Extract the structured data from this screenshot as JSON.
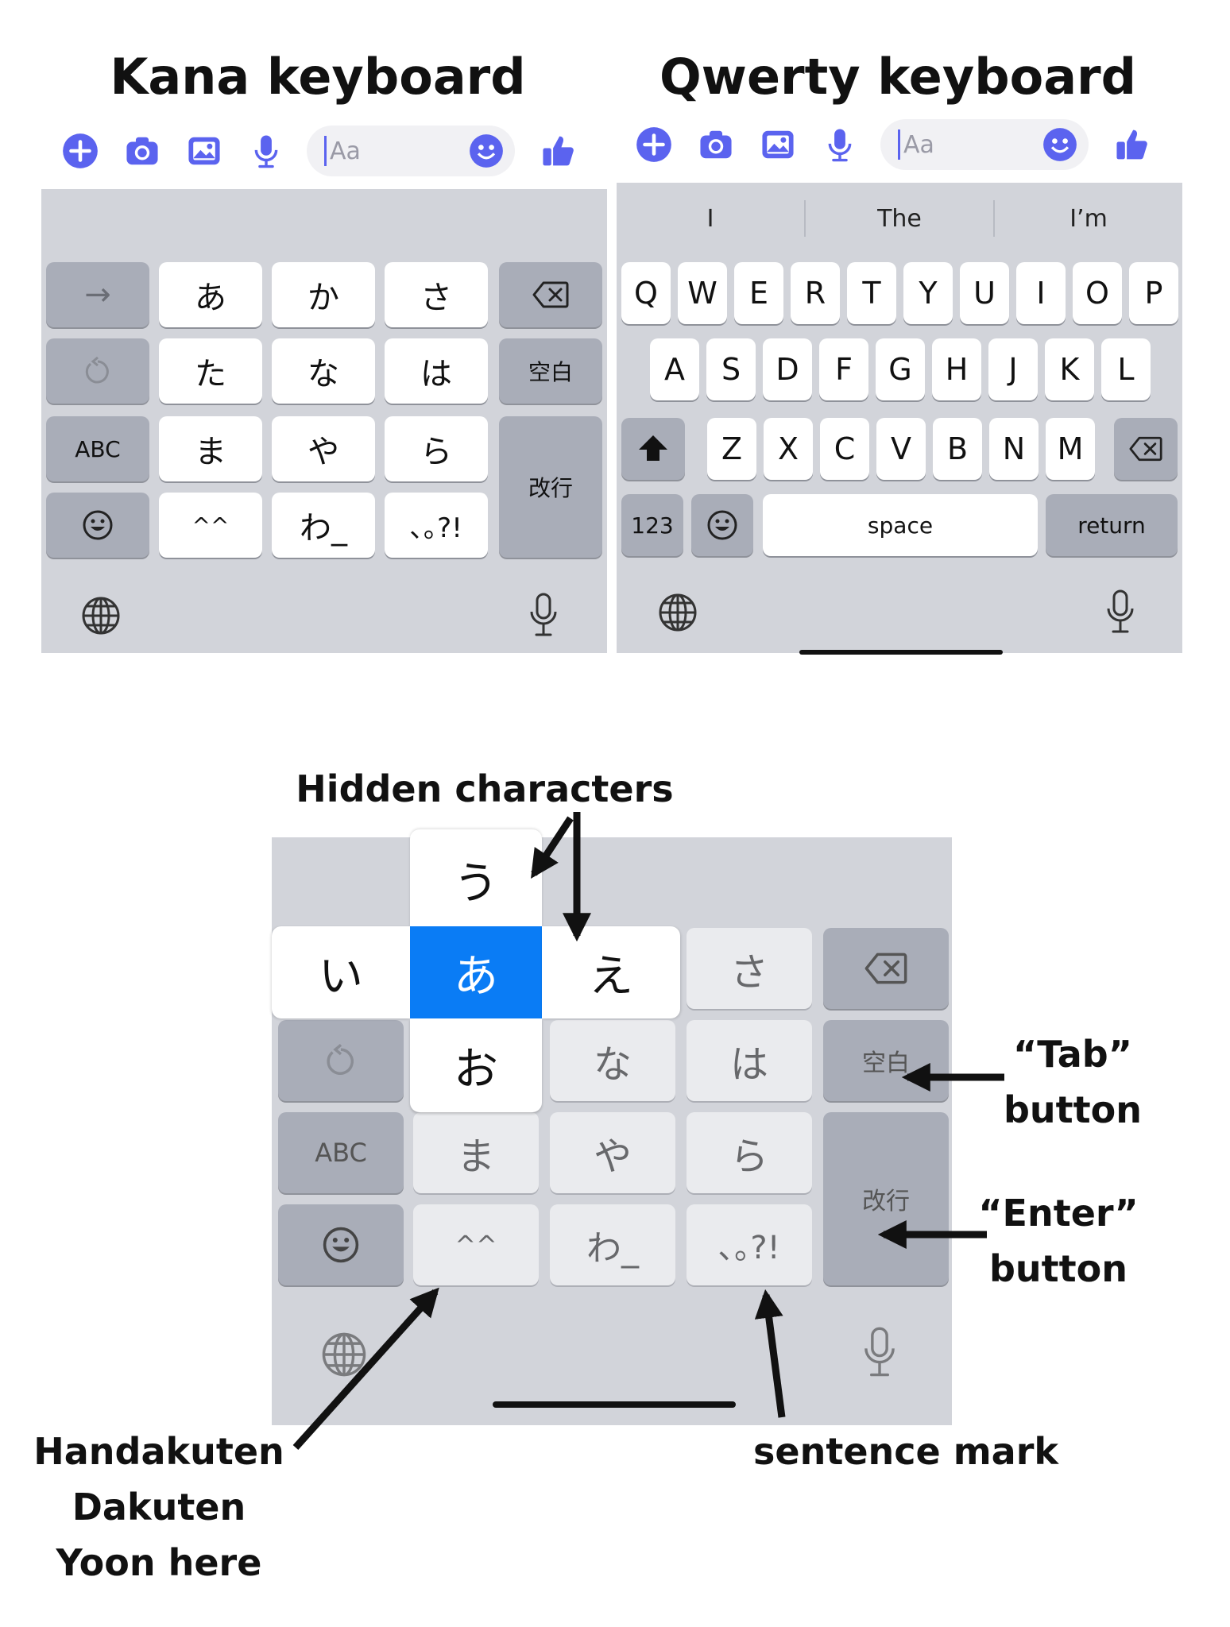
{
  "titles": {
    "kana": "Kana keyboard",
    "qwerty": "Qwerty keyboard"
  },
  "message_bar": {
    "placeholder": "Aa"
  },
  "icons": [
    "add-icon",
    "camera-icon",
    "image-icon",
    "microphone-icon",
    "emoji-icon",
    "thumbs-up-icon",
    "globe-icon",
    "dictation-icon",
    "delete-icon",
    "shift-icon",
    "undo-icon"
  ],
  "colors": {
    "accent": "#5b63ef",
    "keyboard_bg": "#d2d4da",
    "key": "#ffffff",
    "function_key": "#a9adb8",
    "highlight": "#0a7cf5"
  },
  "kana_keyboard": {
    "rows": [
      [
        "→",
        "あ",
        "か",
        "さ",
        "⌫"
      ],
      [
        "↺",
        "た",
        "な",
        "は",
        "空白"
      ],
      [
        "ABC",
        "ま",
        "や",
        "ら",
        "改行"
      ],
      [
        "☺",
        "^^",
        "わ_",
        "､｡?!"
      ]
    ]
  },
  "qwerty_keyboard": {
    "suggestions": [
      "I",
      "The",
      "I’m"
    ],
    "row1": [
      "Q",
      "W",
      "E",
      "R",
      "T",
      "Y",
      "U",
      "I",
      "O",
      "P"
    ],
    "row2": [
      "A",
      "S",
      "D",
      "F",
      "G",
      "H",
      "J",
      "K",
      "L"
    ],
    "row3": [
      "Z",
      "X",
      "C",
      "V",
      "B",
      "N",
      "M"
    ],
    "numbers_label": "123",
    "space_label": "space",
    "return_label": "return"
  },
  "detail": {
    "popup": {
      "up": "う",
      "left": "い",
      "center": "あ",
      "right": "え",
      "down": "お"
    },
    "keys": {
      "sa": "さ",
      "na": "な",
      "ha": "は",
      "ma": "ま",
      "ya": "や",
      "ra": "ら",
      "abc": "ABC",
      "kuhaku": "空白",
      "kaigyo": "改行",
      "dakuten": "^^",
      "wa": "わ_",
      "punct": "､｡?!"
    },
    "annotations": {
      "hidden": "Hidden characters",
      "tab_line1": "“Tab”",
      "tab_line2": "button",
      "enter_line1": "“Enter”",
      "enter_line2": "button",
      "handakuten": "Handakuten",
      "dakuten": "Dakuten",
      "yoon": "Yoon here",
      "sentence": "sentence mark"
    }
  }
}
